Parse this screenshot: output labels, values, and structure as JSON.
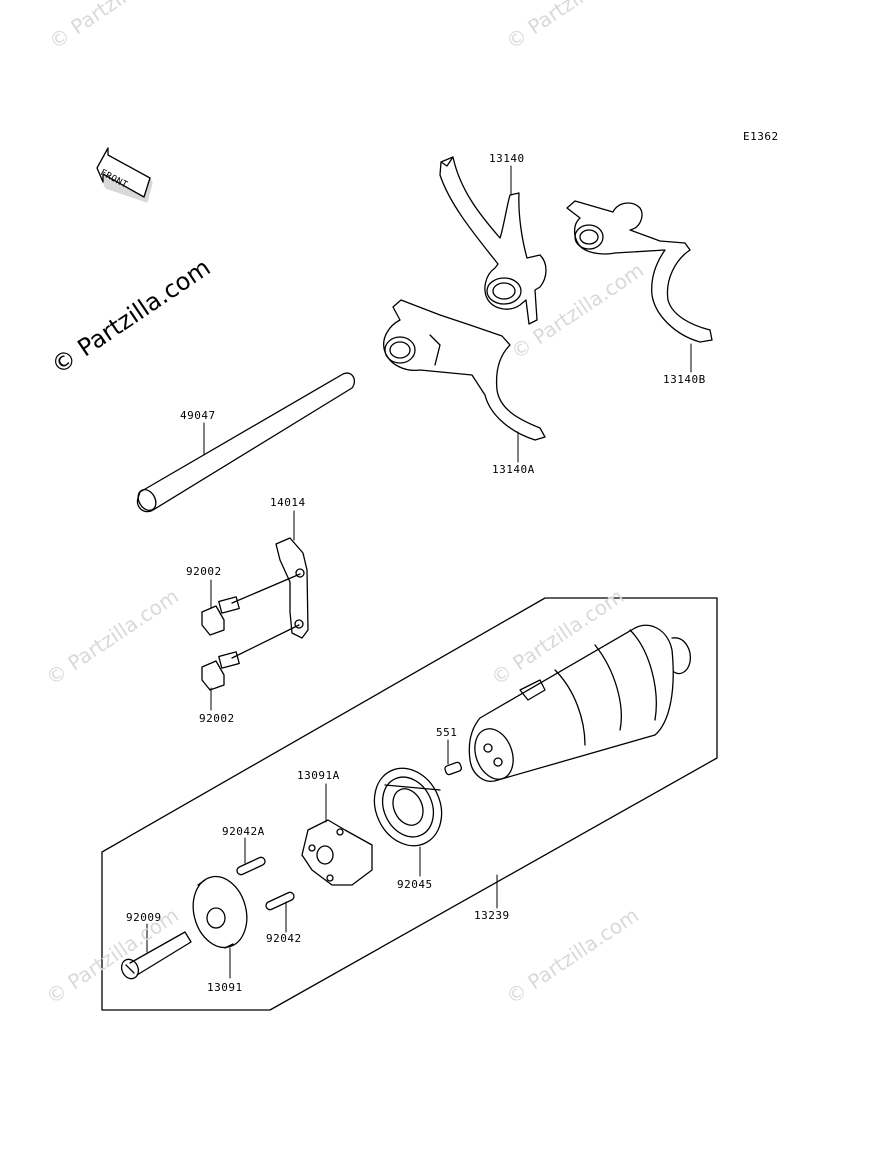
{
  "diagram_code": "E1362",
  "front_arrow_text": "FRONT",
  "watermark_main": "© Partzilla.com",
  "watermark_faint": "© Partzilla.com",
  "parts": {
    "p13140": "13140",
    "p13140A": "13140A",
    "p13140B": "13140B",
    "p49047": "49047",
    "p14014": "14014",
    "p92002_top": "92002",
    "p92002_bottom": "92002",
    "p551": "551",
    "p13091A": "13091A",
    "p92042A": "92042A",
    "p92045": "92045",
    "p13239": "13239",
    "p92009": "92009",
    "p92042": "92042",
    "p13091": "13091"
  }
}
